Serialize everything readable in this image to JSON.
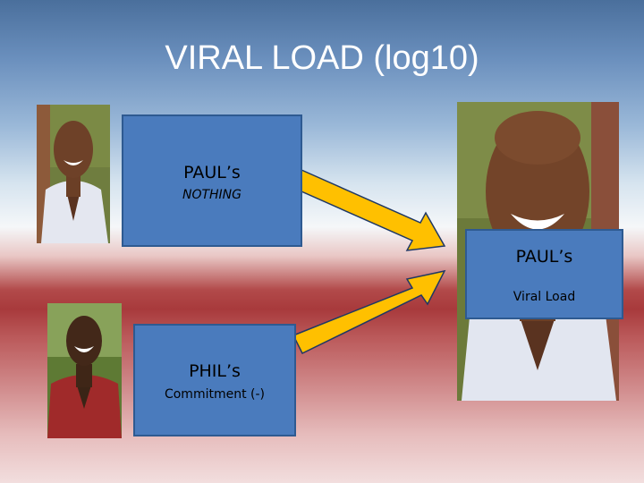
{
  "slide": {
    "title": "VIRAL LOAD (log10)"
  },
  "boxes": {
    "paul_top": {
      "title": "PAUL’s",
      "subtitle": "NOTHING"
    },
    "paul_right": {
      "title": "PAUL’s",
      "subtitle": "Viral Load"
    },
    "phil": {
      "title": "PHIL’s",
      "subtitle": "Commitment (-)"
    }
  },
  "colors": {
    "box_fill": "#4a7bbd",
    "arrow_fill": "#ffc000"
  },
  "images": {
    "paul_small": "photo of smiling man (Paul)",
    "paul_large": "large photo of smiling man (Paul)",
    "phil": "photo of laughing man (Phil)"
  }
}
